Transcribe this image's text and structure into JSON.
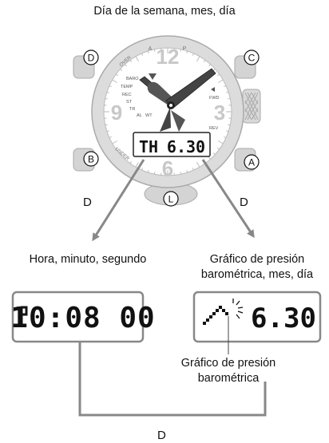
{
  "title": "Día de la semana, mes, día",
  "watch": {
    "buttons": {
      "top_left": "D",
      "top_right": "C",
      "bottom_left": "B",
      "bottom_right": "A",
      "bottom_center": "L"
    },
    "bezel_labels": [
      "A",
      "P",
      "OVER",
      "UNDER"
    ],
    "dial_labels": [
      "BARO",
      "TEMP",
      "REC",
      "ST",
      "TR",
      "AL",
      "WT",
      "FWD",
      "REV"
    ],
    "hour_marks": {
      "twelve": "12",
      "three": "3",
      "six": "6",
      "nine": "9"
    },
    "lcd": {
      "weekday": "TH",
      "date": "6.30"
    }
  },
  "transitions": {
    "left": "D",
    "right": "D",
    "bottom": "D"
  },
  "screens": {
    "time": {
      "caption": "Hora, minuto, segundo",
      "value": "10:08 00"
    },
    "pressure": {
      "caption_line1": "Gráfico de presión",
      "caption_line2": "barométrica, mes, día",
      "value": "6.30",
      "graph_label_line1": "Gráfico de presión",
      "graph_label_line2": "barométrica"
    }
  }
}
